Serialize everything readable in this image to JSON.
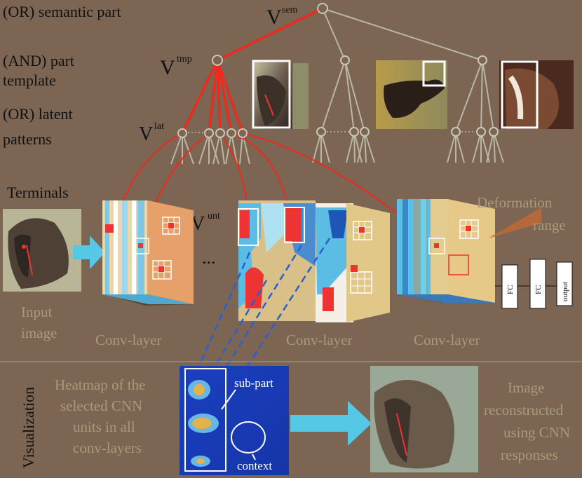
{
  "colors": {
    "background": "#7c6552",
    "highlight_edge": "#ee2a1e",
    "plain_edge": "#b8b8a4",
    "dashed_link": "#2a5fd0",
    "arrow": "#55c8e6",
    "faint_text": "#a99a7c"
  },
  "labels": {
    "or_semantic": "(OR) semantic part",
    "and_template_1": "(AND) part",
    "and_template_2": "template",
    "or_latent_1": "(OR) latent",
    "or_latent_2": "patterns",
    "terminals": "Terminals",
    "v_sem": "V",
    "v_sem_sup": "sem",
    "v_tmp": "V",
    "v_tmp_sup": "tmp",
    "v_lat": "V",
    "v_lat_sup": "lat",
    "v_unt": "V",
    "v_unt_sup": "unt",
    "input_image_1": "Input",
    "input_image_2": "image",
    "conv_layer_1": "Conv-layer",
    "conv_layer_2": "Conv-layer",
    "conv_layer_3": "Conv-layer",
    "deformation_1": "Deformation",
    "deformation_2": "range",
    "ellipsis": "...",
    "fc_1": "FC",
    "fc_2": "FC",
    "output": "output",
    "visualization": "Visualization",
    "heatmap_1": "Heatmap of the",
    "heatmap_2": "selected CNN",
    "heatmap_3": "units in all",
    "heatmap_4": "conv-layers",
    "sub_part": "sub-part",
    "context": "context",
    "recon_1": "Image",
    "recon_2": "reconstructed",
    "recon_3": "using CNN",
    "recon_4": "responses"
  }
}
